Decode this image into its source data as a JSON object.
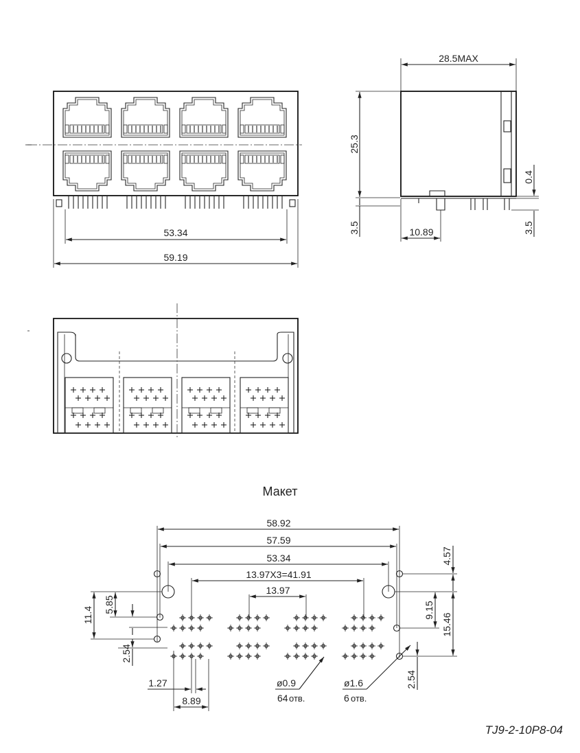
{
  "front_view": {
    "dim_pitch": "53.34",
    "dim_overall": "59.19"
  },
  "side_view": {
    "dim_width": "28.5MAX",
    "dim_height": "25.3",
    "dim_offset": "0.4",
    "dim_pin_left": "3.5",
    "dim_pin_right": "3.5",
    "dim_depth": "10.89"
  },
  "layout": {
    "title": "Макет",
    "dim_1": "58.92",
    "dim_2": "57.59",
    "dim_3": "53.34",
    "dim_4": "13.97X3=41.91",
    "dim_5": "13.97",
    "dim_6": "4.57",
    "dim_7": "9.15",
    "dim_8": "15.46",
    "dim_9": "11.4",
    "dim_10": "5.85",
    "dim_11": "2.54",
    "dim_12": "2.54",
    "dim_13": "1.27",
    "dim_14": "8.89",
    "hole_small_dia": "ø0.9",
    "hole_small_count": "64",
    "hole_small_unit": "отв.",
    "hole_large_dia": "ø1.6",
    "hole_large_count": "6",
    "hole_large_unit": "отв."
  },
  "part_number": "TJ9-2-10P8-04"
}
